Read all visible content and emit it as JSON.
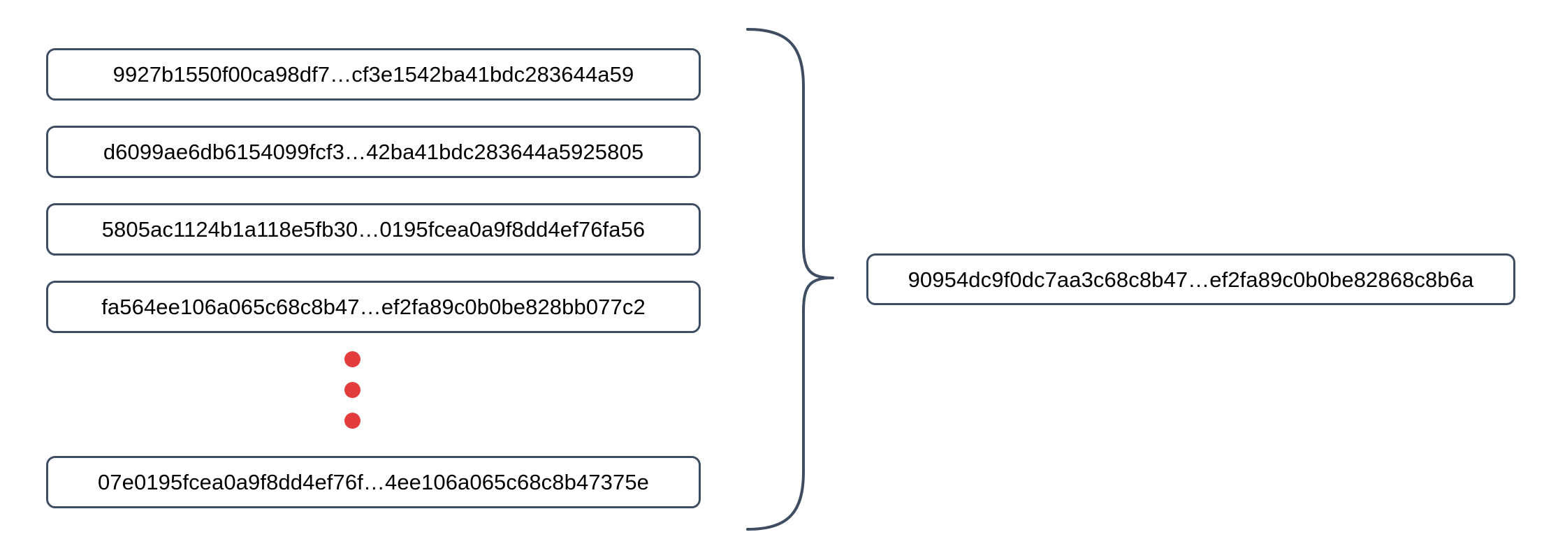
{
  "diagram": {
    "type": "aggregation-brace",
    "background_color": "#ffffff",
    "box_border_color": "#3f4d63",
    "brace_color": "#3f4d63",
    "dot_color": "#e23c3c",
    "text_color": "#000000",
    "inputs": [
      {
        "hash": "9927b1550f00ca98df7…cf3e1542ba41bdc283644a59"
      },
      {
        "hash": "d6099ae6db6154099fcf3…42ba41bdc283644a5925805"
      },
      {
        "hash": "5805ac1124b1a118e5fb30…0195fcea0a9f8dd4ef76fa56"
      },
      {
        "hash": "fa564ee106a065c68c8b47…ef2fa89c0b0be828bb077c2"
      },
      {
        "hash": "07e0195fcea0a9f8dd4ef76f…4ee106a065c68c8b47375e"
      }
    ],
    "ellipsis": {
      "label": "vertical-ellipsis",
      "dot_count": 3
    },
    "output": {
      "hash": "90954dc9f0dc7aa3c68c8b47…ef2fa89c0b0be82868c8b6a"
    }
  }
}
